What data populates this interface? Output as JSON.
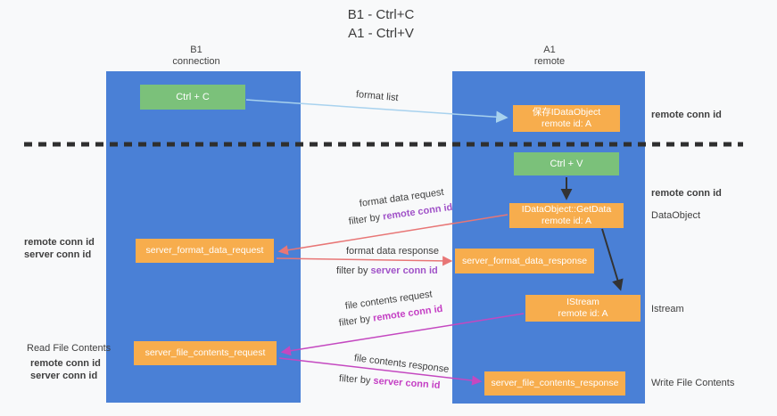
{
  "title": {
    "line1": "B1 - Ctrl+C",
    "line2": "A1 - Ctrl+V"
  },
  "lanes": {
    "left": {
      "title": "B1",
      "subtitle": "connection"
    },
    "right": {
      "title": "A1",
      "subtitle": "remote"
    }
  },
  "nodes": {
    "ctrl_c": {
      "label": "Ctrl + C"
    },
    "ctrl_v": {
      "label": "Ctrl + V"
    },
    "save_dataobject": {
      "line1": "保存IDataObject",
      "line2": "remote id: A"
    },
    "getdata": {
      "line1": "IDataObject::GetData",
      "line2": "remote id: A"
    },
    "istream": {
      "line1": "IStream",
      "line2": "remote id: A"
    },
    "format_request": {
      "label": "server_format_data_request"
    },
    "format_response": {
      "label": "server_format_data_response"
    },
    "file_request": {
      "label": "server_file_contents_request"
    },
    "file_response": {
      "label": "server_file_contents_response"
    }
  },
  "messages": {
    "format_list": "format list",
    "format_data_request": "format data request",
    "format_data_response": "format data response",
    "file_contents_request": "file contents request",
    "file_contents_response": "file contents response",
    "filter_by": "filter by",
    "remote_conn_id": "remote conn id",
    "server_conn_id": "server conn id"
  },
  "annotations": {
    "remote_conn_id_top_right": "remote conn id",
    "remote_conn_id_mid_right": "remote conn id",
    "dataobject": "DataObject",
    "istream": "Istream",
    "write_file_contents": "Write File Contents",
    "read_file_contents": "Read File Contents",
    "remote_conn_id_left_1": "remote conn id",
    "server_conn_id_left_1": "server conn id",
    "remote_conn_id_left_2": "remote conn id",
    "server_conn_id_left_2": "server conn id"
  },
  "colors": {
    "lane_blue": "#4a80d6",
    "box_green": "#7bc17a",
    "box_orange": "#f7ad4d",
    "arrow_red": "#e87676",
    "arrow_magenta": "#c448c0",
    "arrow_lightblue": "#a8d2ee",
    "arrow_black": "#333333",
    "dashed_line": "#2f2f2f",
    "text_purple": "#a052c8",
    "text_green": "#58b958",
    "text_magenta": "#c43fc4"
  }
}
